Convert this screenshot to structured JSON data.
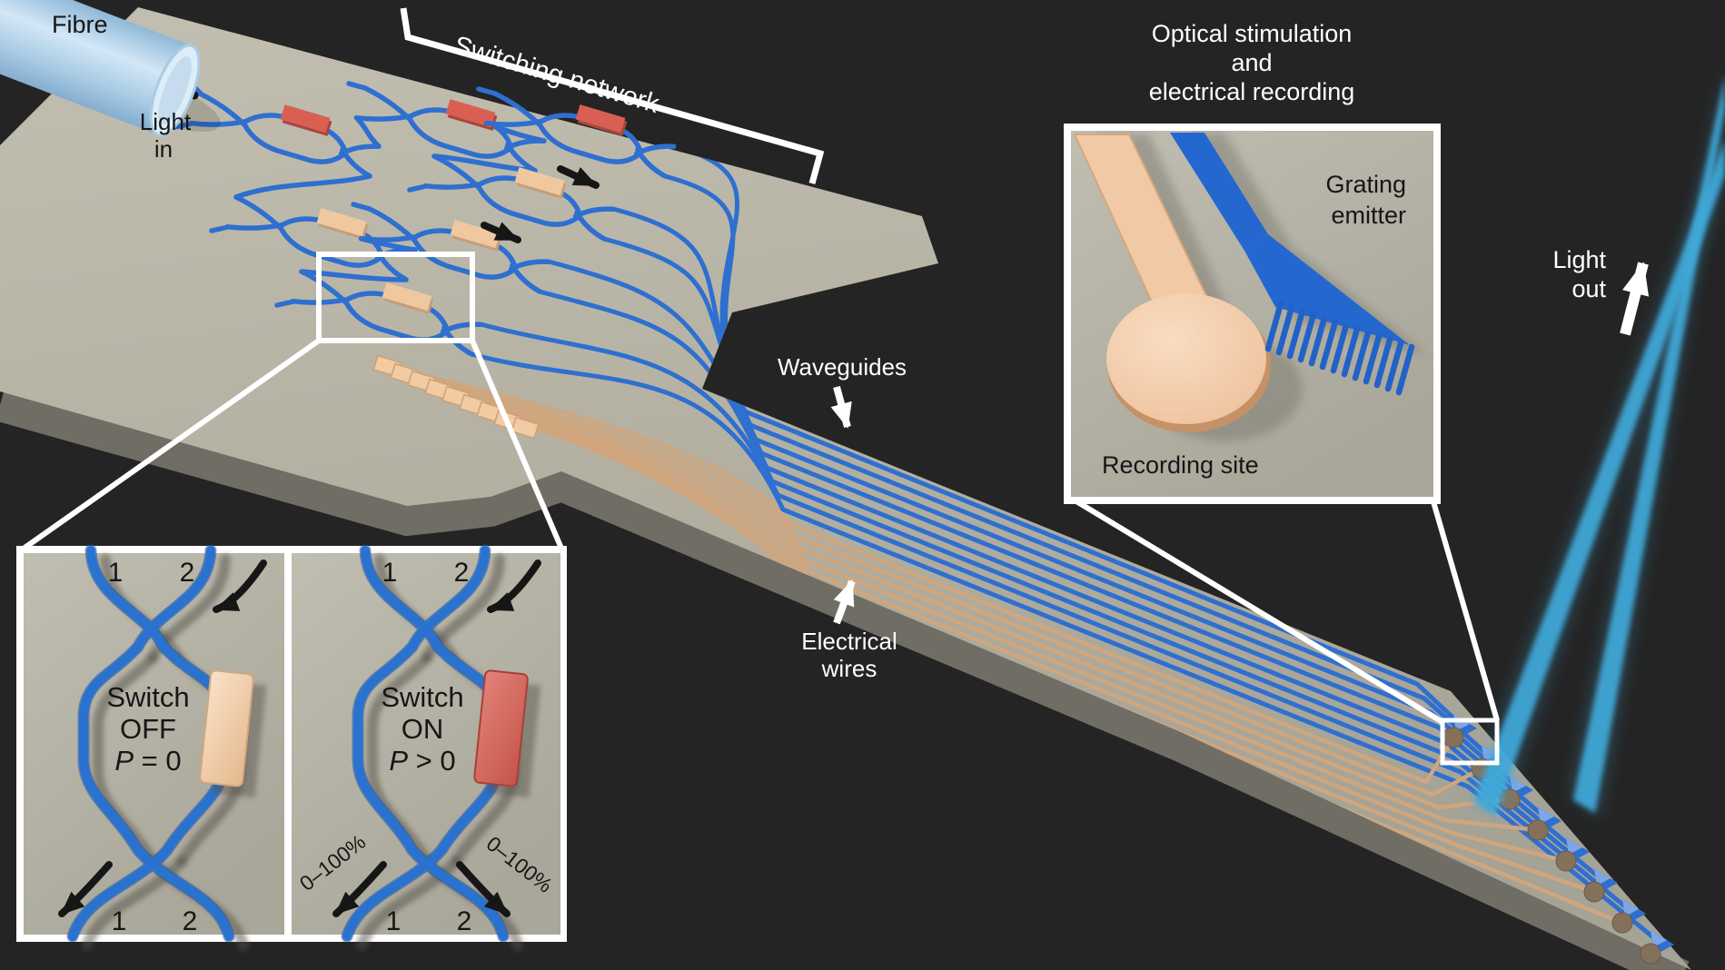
{
  "figure": {
    "fibre_label": "Fibre",
    "light_in": {
      "line1": "Light",
      "line2": "in"
    },
    "switching_network_label": "Switching network",
    "waveguides_label": "Waveguides",
    "electrical_wires": {
      "line1": "Electrical",
      "line2": "wires"
    },
    "header": {
      "line1": "Optical stimulation",
      "line2": "and",
      "line3": "electrical recording"
    },
    "grating_emitter": {
      "line1": "Grating",
      "line2": "emitter"
    },
    "recording_site_label": "Recording site",
    "light_out": {
      "line1": "Light",
      "line2": "out"
    }
  },
  "switch_inset": {
    "off": {
      "name": "Switch",
      "state": "OFF",
      "power_symbol": "P",
      "power_value": " = 0",
      "top_ports": [
        "1",
        "2"
      ],
      "bottom_ports": [
        "1",
        "2"
      ]
    },
    "on": {
      "name": "Switch",
      "state": "ON",
      "power_symbol": "P",
      "power_value": " > 0",
      "top_ports": [
        "1",
        "2"
      ],
      "bottom_ports": [
        "1",
        "2"
      ],
      "split_labels": [
        "0–100%",
        "0–100%"
      ]
    }
  },
  "colors": {
    "background": "#242424",
    "chip_gray": "#b5b2a4",
    "waveguide_blue": "#2e6fd0",
    "heater_on_red": "#d95f53",
    "heater_off_tan": "#f0c8a0",
    "pad_tan": "#f2cba3",
    "wire_tan": "#cfa67e",
    "beam_cyan": "#3fa9d9",
    "annotation_white": "#ffffff",
    "text_black": "#161616"
  }
}
